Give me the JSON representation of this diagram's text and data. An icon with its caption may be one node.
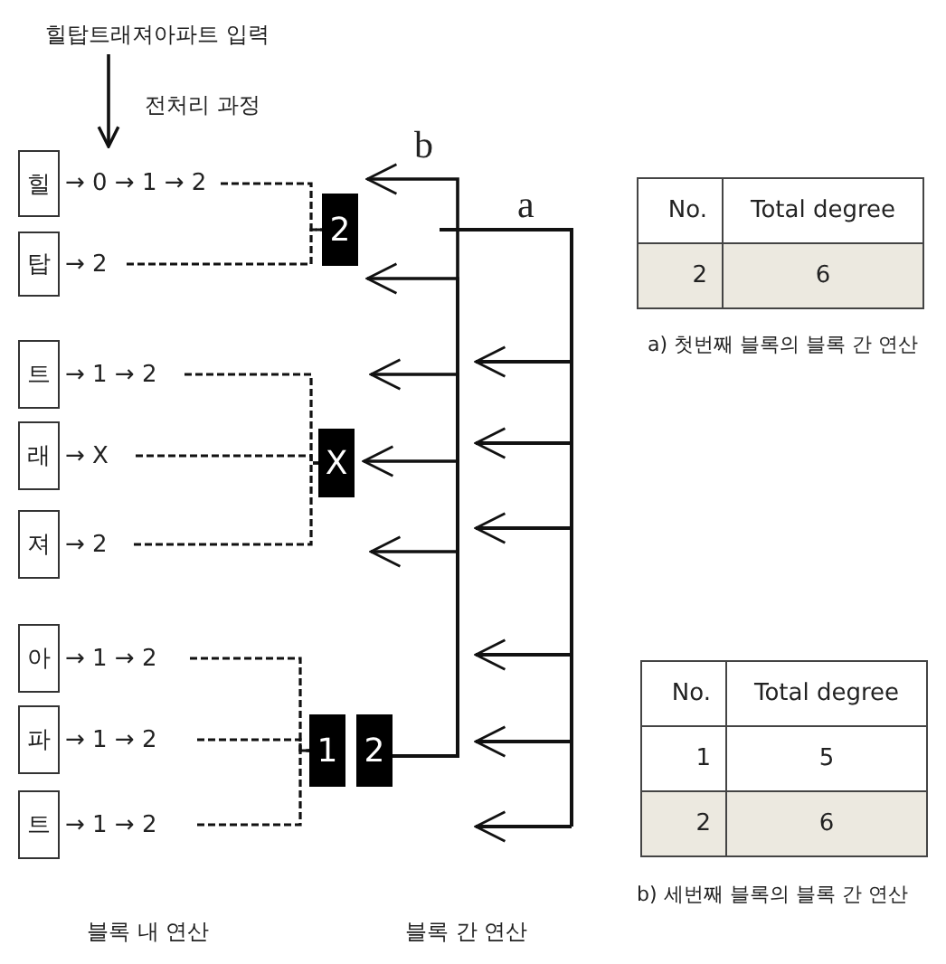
{
  "diagram": {
    "nodes": [
      {
        "text": [
          "힐탑트래져아파트 입력"
        ]
      },
      {
        "text": [
          "힐"
        ],
        "beside": [
          "→ 0 → 1 → 2"
        ]
      },
      {
        "text": [
          "탑"
        ],
        "beside": [
          "→ 2"
        ]
      },
      {
        "text": [
          "트"
        ],
        "beside": [
          "→ 1 → 2"
        ]
      },
      {
        "text": [
          "래"
        ],
        "beside": [
          "→ X"
        ]
      },
      {
        "text": [
          "져"
        ],
        "beside": [
          "→ 2"
        ]
      },
      {
        "text": [
          "아"
        ],
        "beside": [
          "→ 1 → 2"
        ]
      },
      {
        "text": [
          "파"
        ],
        "beside": [
          "→ 1 → 2"
        ]
      },
      {
        "text": [
          "트"
        ],
        "beside": [
          "→ 1 → 2"
        ]
      },
      {
        "text": [
          "2"
        ]
      },
      {
        "text": [
          "X"
        ]
      },
      {
        "text": [
          "1"
        ]
      },
      {
        "text": [
          "2"
        ]
      }
    ],
    "edges": [
      {
        "from": 0,
        "to": 1,
        "arrow": "to",
        "label": "전처리 과정"
      },
      {
        "from": 1,
        "to": 9,
        "arrow": "none",
        "style": "dashed"
      },
      {
        "from": 2,
        "to": 9,
        "arrow": "none",
        "style": "dashed"
      },
      {
        "from": 3,
        "to": 10,
        "arrow": "none",
        "style": "dashed"
      },
      {
        "from": 4,
        "to": 10,
        "arrow": "none",
        "style": "dashed"
      },
      {
        "from": 5,
        "to": 10,
        "arrow": "none",
        "style": "dashed"
      },
      {
        "from": 6,
        "to": 11,
        "arrow": "none",
        "style": "dashed"
      },
      {
        "from": 7,
        "to": 11,
        "arrow": "none",
        "style": "dashed"
      },
      {
        "from": 8,
        "to": 11,
        "arrow": "none",
        "style": "dashed"
      },
      {
        "from": 12,
        "to": 9,
        "arrow": "to"
      },
      {
        "from": 12,
        "to": 9,
        "arrow": "to"
      },
      {
        "from": 12,
        "to": null,
        "arrow": "to"
      },
      {
        "from": 12,
        "to": 10,
        "arrow": "to"
      },
      {
        "from": 12,
        "to": null,
        "arrow": "to"
      }
    ],
    "labels": [
      "b",
      "a",
      "No.",
      "Total degree",
      "2",
      "6",
      "a) 첫번째 블록의 블록 간 연산",
      "No.",
      "Total degree",
      "1",
      "5",
      "2",
      "6",
      "b) 세번째 블록의 블록 간 연산",
      "블록 내 연산",
      "블록 간 연산"
    ]
  }
}
